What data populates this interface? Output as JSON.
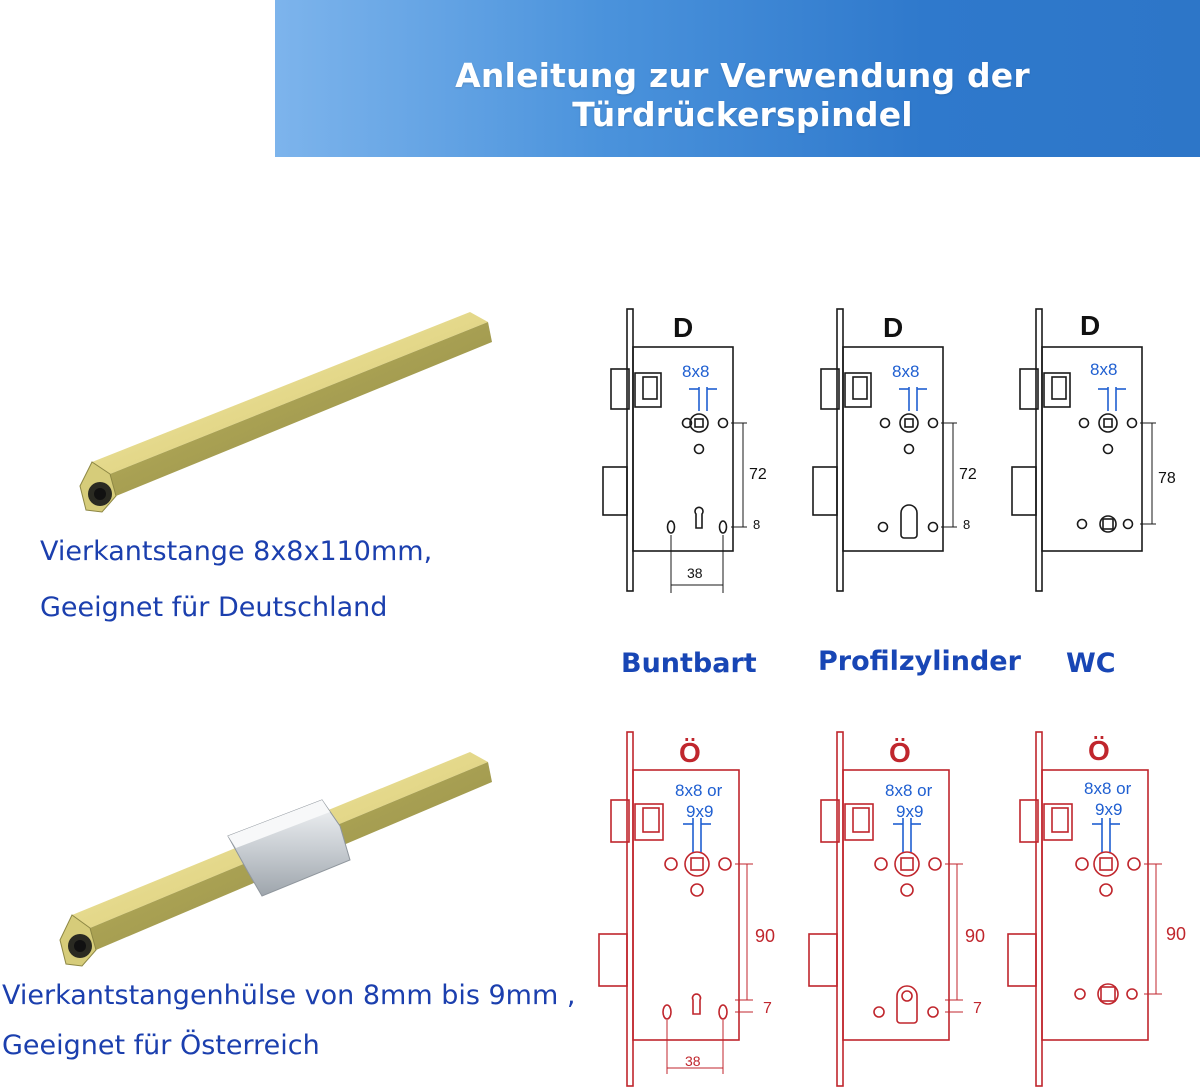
{
  "header": {
    "title": "Anleitung zur Verwendung der Türdrückerspindel"
  },
  "products": [
    {
      "line1": "Vierkantstange 8x8x110mm,",
      "line2": "Geeignet für Deutschland"
    },
    {
      "line1": "Vierkantstangenhülse von 8mm bis 9mm ,",
      "line2": "Geeignet für Österreich"
    }
  ],
  "lock_types": [
    "Buntbart",
    "Profilzylinder",
    "WC"
  ],
  "diagrams_de": {
    "region_letter": "D",
    "spindle_size": "8x8",
    "distances": [
      "72",
      "72",
      "78"
    ],
    "offset": "8",
    "backset": "38"
  },
  "diagrams_at": {
    "region_letter": "Ö",
    "spindle_size_line1": "8x8 or",
    "spindle_size_line2": "9x9",
    "distance": "90",
    "offset": "7",
    "backset": "38"
  },
  "colors": {
    "banner_start": "#7db4ec",
    "banner_end": "#2d76c8",
    "caption_text": "#1b3fae",
    "de_lines": "#1a1a1a",
    "at_lines": "#c0262d",
    "spindle_dim": "#1f5fd1"
  }
}
